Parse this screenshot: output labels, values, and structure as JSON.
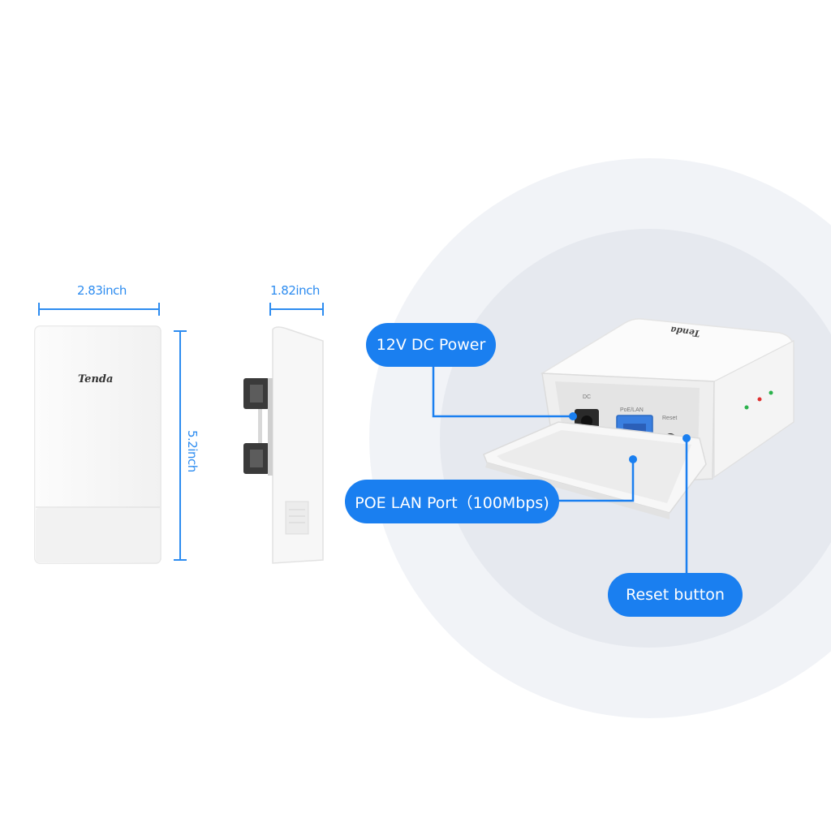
{
  "dimensions": {
    "width": "2.83inch",
    "depth": "1.82inch",
    "height": "5.2inch"
  },
  "brand": {
    "logo_text": "Tenda"
  },
  "ports": {
    "dc_label": "DC",
    "poe_label": "PoE/LAN",
    "reset_label": "Reset"
  },
  "callouts": {
    "power": "12V DC Power",
    "poe_lan": "POE LAN Port（100Mbps)",
    "reset": "Reset button"
  },
  "colors": {
    "accent": "#1a7ff0",
    "dimension_line": "#2d8cf0",
    "port_blue": "#3a7fe0",
    "background_circle": "#f0f2f6"
  }
}
